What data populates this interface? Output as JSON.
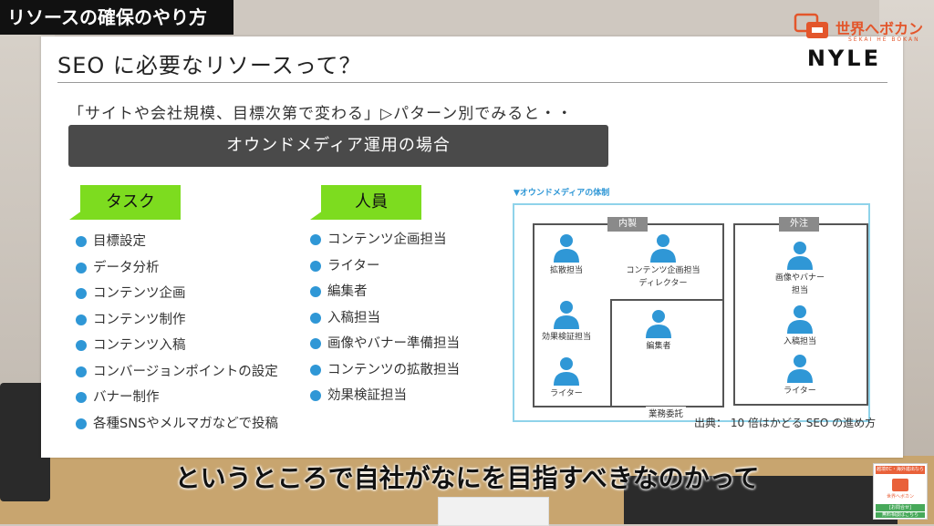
{
  "overlay": {
    "top_title": "リソースの確保のやり方",
    "caption": "というところで自社がなにを目指すべきなのかって"
  },
  "channel_logo": {
    "text": "世界へボカン",
    "sub": "SEKAI HE BOKAN",
    "color": "#e3562b"
  },
  "slide": {
    "title": "SEO に必要なリソースって？",
    "brand": "NYLE",
    "subtitle": "「サイトや会社規模、目標次第で変わる」▷パターン別でみると・・",
    "bar": "オウンドメディア運用の場合",
    "task_tag": "タスク",
    "member_tag": "人員",
    "tasks": [
      "目標設定",
      "データ分析",
      "コンテンツ企画",
      "コンテンツ制作",
      "コンテンツ入稿",
      "コンバージョンポイントの設定",
      "バナー制作",
      "各種SNSやメルマガなどで投稿"
    ],
    "members": [
      "コンテンツ企画担当",
      "ライター",
      "編集者",
      "入稿担当",
      "画像やバナー準備担当",
      "コンテンツの拡散担当",
      "効果検証担当"
    ],
    "diagram": {
      "title": "▼オウンドメディアの体制",
      "inhouse_label": "内製",
      "external_label": "外注",
      "outsourcing_label": "業務委託",
      "inhouse": [
        "拡散担当",
        "コンテンツ企画担当",
        "ディレクター",
        "効果検証担当",
        "編集者",
        "ライター"
      ],
      "external": [
        "画像やバナー",
        "担当",
        "入稿担当",
        "ライター"
      ]
    },
    "source": "出典： 10 倍はかどる SEO の進め方"
  },
  "promo": {
    "line1": "越境EC・海外進出なら",
    "line2": "世界へボカン",
    "line3": "[お問合せ]",
    "line4": "無料相談はこちら"
  },
  "colors": {
    "accent_green": "#7ddc1f",
    "bullet_blue": "#2f97d6",
    "diagram_border": "#8fd3ea"
  }
}
